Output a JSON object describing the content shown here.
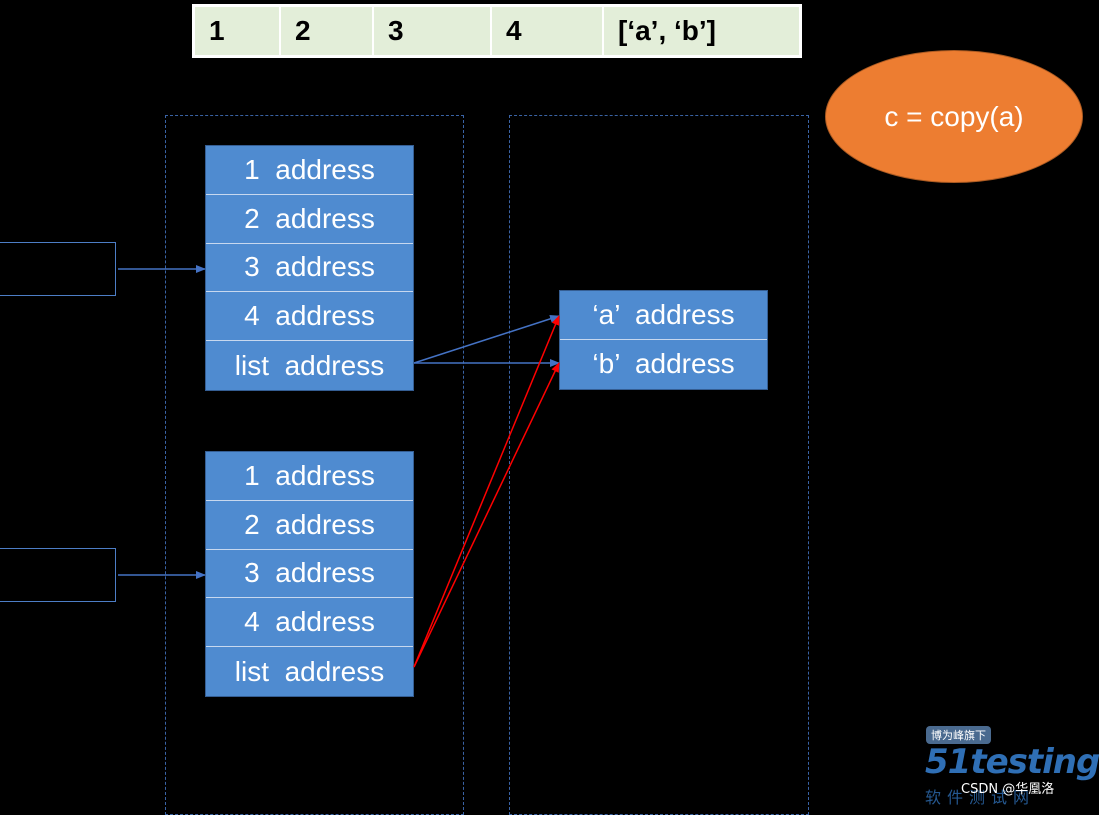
{
  "header_row": [
    "1",
    "2",
    "3",
    "4",
    "[‘a’, ‘b’]"
  ],
  "ellipse_label": "c = copy(a)",
  "object_a": [
    "1  address",
    "2  address",
    "3  address",
    "4  address",
    "list  address"
  ],
  "object_c": [
    "1  address",
    "2  address",
    "3  address",
    "4  address",
    "list  address"
  ],
  "inner_list": [
    "‘a’  address",
    "‘b’  address"
  ],
  "colors": {
    "cell_blue": "#4f8bd0",
    "ellipse_orange": "#ed7d31",
    "reference_blue": "#4472c4",
    "copy_red": "#ff0000",
    "header_green": "#e3eed9"
  },
  "watermark": {
    "badge": "博为峰旗下",
    "logo": "51testing",
    "sub": "软件测试网",
    "credit": "CSDN @华凰洛"
  }
}
